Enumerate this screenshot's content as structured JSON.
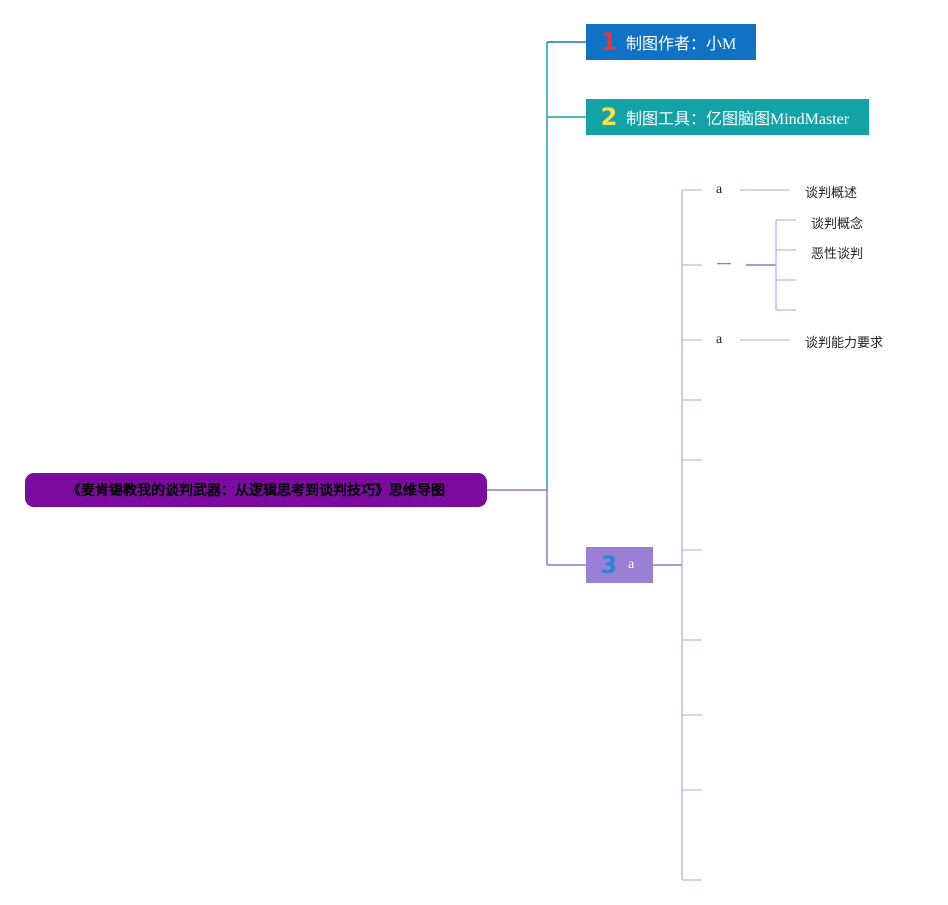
{
  "mindmap": {
    "root": "《麦肯锡教我的谈判武器：从逻辑思考到谈判技巧》思维导图",
    "branches": [
      {
        "number": "1",
        "label": "制图作者：小M"
      },
      {
        "number": "2",
        "label": "制图工具：亿图脑图MindMaster"
      },
      {
        "number": "3",
        "label": "a"
      }
    ],
    "sub_nodes": [
      {
        "label": "a",
        "child": "谈判概述"
      },
      {
        "label": "—",
        "children": [
          "谈判概念",
          "恶性谈判"
        ]
      },
      {
        "label": "a",
        "child": "谈判能力要求"
      }
    ]
  },
  "colors": {
    "root_fill": "#7a0b9e",
    "branch1_fill": "#0f72c4",
    "branch1_number": "#e8343a",
    "branch2_fill": "#13a3a6",
    "branch2_number": "#f2e34b",
    "branch3_fill": "#9b7fd4",
    "branch3_number": "#2a84d6",
    "connector_teal": "#1a9fb0",
    "connector_purple": "#9a72c9",
    "connector_light": "#c4b5e6"
  }
}
